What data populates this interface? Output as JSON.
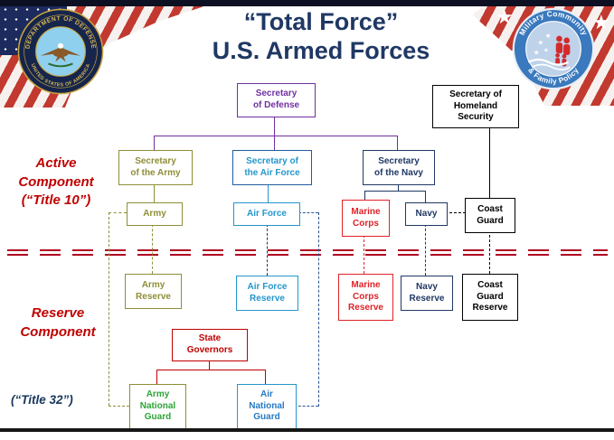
{
  "title": {
    "line1": "“Total Force”",
    "line2": "U.S. Armed Forces"
  },
  "labels": {
    "active_component": "Active\nComponent\n(“Title 10”)",
    "reserve_component": "Reserve\nComponent",
    "title_32": "(“Title 32”)"
  },
  "seals": {
    "dod": {
      "ring_text_top": "DEPARTMENT OF DEFENSE",
      "ring_text_bottom": "UNITED STATES OF AMERICA"
    },
    "mcfp": {
      "ring_text_top": "Military Community",
      "ring_text_bottom": "& Family Policy"
    }
  },
  "org_chart": {
    "nodes": {
      "secdef": {
        "label": "Secretary\nof Defense",
        "color": "#7030A0"
      },
      "sechs": {
        "label": "Secretary of\nHomeland\nSecurity",
        "color": "#000000"
      },
      "secarmy": {
        "label": "Secretary\nof the Army",
        "color": "#8E8E38"
      },
      "secaf": {
        "label": "Secretary of\nthe Air Force",
        "border_color": "#1F5C9E",
        "text_color": "#2596CC"
      },
      "secnavy": {
        "label": "Secretary\nof the Navy",
        "color": "#1F3864"
      },
      "army": {
        "label": "Army",
        "color": "#8E8E38"
      },
      "airforce": {
        "label": "Air Force",
        "color": "#2596CC"
      },
      "marinecorps": {
        "label": "Marine\nCorps",
        "color": "#E02227"
      },
      "navy": {
        "label": "Navy",
        "color": "#1F3864"
      },
      "coastguard": {
        "label": "Coast\nGuard",
        "color": "#000000"
      },
      "armyreserve": {
        "label": "Army\nReserve",
        "color": "#8E8E38"
      },
      "afreserve": {
        "label": "Air Force\nReserve",
        "color": "#2596CC"
      },
      "mcreserve": {
        "label": "Marine\nCorps\nReserve",
        "color": "#E02227"
      },
      "navyreserve": {
        "label": "Navy\nReserve",
        "color": "#1F3864"
      },
      "cgreserve": {
        "label": "Coast\nGuard\nReserve",
        "color": "#000000"
      },
      "stategov": {
        "label": "State\nGovernors",
        "color": "#C00000"
      },
      "arng": {
        "label": "Army\nNational\nGuard",
        "border_color": "#8E8E38",
        "text_color": "#2EA437"
      },
      "ang": {
        "label": "Air\nNational\nGuard",
        "border_color": "#2596CC",
        "text_color": "#2779C4"
      }
    }
  },
  "palette": {
    "title_navy": "#1F3864",
    "divider_red": "#B00020",
    "label_red": "#C00000",
    "purple": "#7030A0",
    "olive": "#8E8E38",
    "teal": "#2596CC",
    "navy": "#1F3864",
    "bright_red": "#E02227",
    "guard_green": "#2EA437"
  }
}
